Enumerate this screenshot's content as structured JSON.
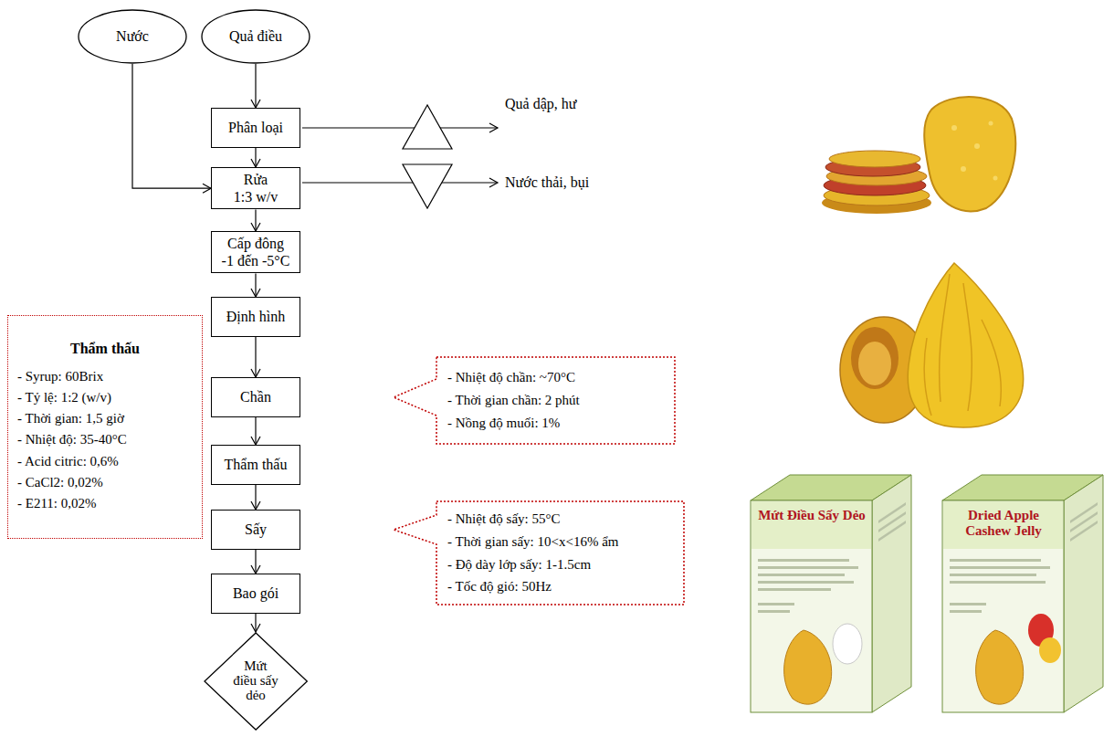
{
  "diagram": {
    "nodes": [
      {
        "text": [
          "Nước"
        ]
      },
      {
        "text": [
          "Quả điều"
        ]
      },
      {
        "text": [
          "Phân loại"
        ]
      },
      {
        "text": [
          "Rửa",
          "1:3 w/v"
        ]
      },
      {
        "text": [
          "Cấp đông",
          "-1 đến -5°C"
        ]
      },
      {
        "text": [
          "Định hình"
        ]
      },
      {
        "text": [
          "Chần"
        ]
      },
      {
        "text": [
          "Thẩm thấu"
        ]
      },
      {
        "text": [
          "Sấy"
        ]
      },
      {
        "text": [
          "Bao gói"
        ]
      },
      {
        "text": [
          "Mứt điều sấy dẻo"
        ]
      },
      {
        "text": [
          "Thẩm thấu",
          "- Syrup: 60Brix",
          "- Tỷ lệ: 1:2 (w/v)",
          "- Thời gian: 1,5 giờ",
          "- Nhiệt độ: 35-40°C",
          "- Acid citric: 0,6%",
          "- CaCl2: 0,02%",
          "- E211: 0,02%"
        ]
      },
      {
        "text": [
          "- Nhiệt độ chần: ~70°C",
          "- Thời gian chần: 2 phút",
          "- Nồng độ muối: 1%"
        ]
      },
      {
        "text": [
          "- Nhiệt độ sấy: 55°C",
          "- Thời gian sấy: 10<x<16% ẩm",
          "- Độ dày lớp sấy: 1-1.5cm",
          "- Tốc độ gió: 50Hz"
        ]
      }
    ],
    "edges": [
      {
        "from": 0,
        "to": 3,
        "arrow": "to"
      },
      {
        "from": 1,
        "to": 2,
        "arrow": "to"
      },
      {
        "from": 2,
        "to": 3,
        "arrow": "to"
      },
      {
        "from": 3,
        "to": 4,
        "arrow": "to"
      },
      {
        "from": 4,
        "to": 5,
        "arrow": "to"
      },
      {
        "from": 5,
        "to": 6,
        "arrow": "to"
      },
      {
        "from": 6,
        "to": 7,
        "arrow": "to"
      },
      {
        "from": 7,
        "to": 8,
        "arrow": "to"
      },
      {
        "from": 8,
        "to": 9,
        "arrow": "to"
      },
      {
        "from": 9,
        "to": 10,
        "arrow": "to"
      }
    ],
    "labels": [
      "Quả dập, hư",
      "Nước thải, bụi",
      "Mứt Điều Sấy Dẻo",
      "Dried Apple Cashew Jelly"
    ]
  }
}
